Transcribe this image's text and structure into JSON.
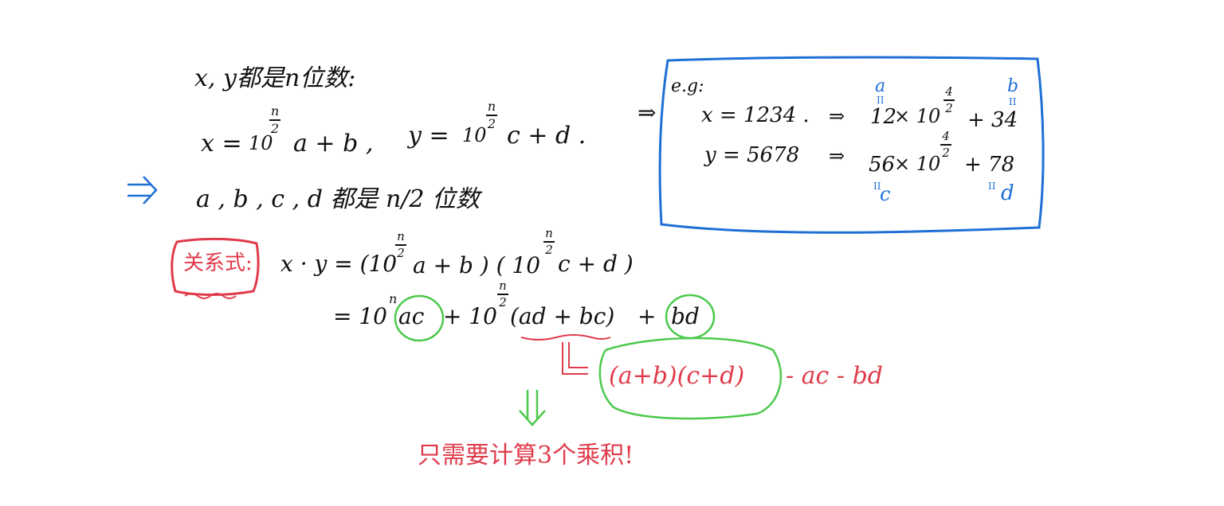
{
  "colors": {
    "ink": "#111111",
    "blue": "#1f6fd6",
    "red": "#e03b4b",
    "green": "#4cc94c"
  },
  "premise": "x, y都是n位数:",
  "split": {
    "x_lhs": "x =",
    "x_base": "10",
    "x_rest": "a + b ,",
    "y_lhs": "y =",
    "y_base": "10",
    "y_rest": "c + d .",
    "exp_num": "n",
    "exp_den": "2"
  },
  "implies": "⇒",
  "abcd_line": "a , b , c , d 都是 n/2 位数",
  "relation_label": "关系式:",
  "product_lhs": "x · y = (10",
  "product_a": "a + b ) ( 10",
  "product_c": "c + d )",
  "expand_eq": "= 10",
  "expand_n": "n",
  "expand_ac": "ac",
  "expand_plus1": "+ 10",
  "expand_mid": "(ad + bc)",
  "expand_plus2": "+",
  "expand_bd": "bd",
  "replace_expr": "(a+b)(c+d)",
  "replace_rest": "- ac - bd",
  "down_arrow": "⇓",
  "conclusion": "只需要计算3个乘积!",
  "example": {
    "title": "e.g:",
    "arrow": "⇒",
    "x_line": "x = 1234 .",
    "y_line": "y = 5678",
    "x_imp": "⇒",
    "y_imp": "⇒",
    "x_hi": "12",
    "x_times": "× 10",
    "x_plus": "+ 34",
    "y_hi": "56",
    "y_times": "× 10",
    "y_plus": "+ 78",
    "exp_num": "4",
    "exp_den": "2",
    "label_a": "a",
    "label_b": "b",
    "label_c": "c",
    "label_d": "d",
    "eq_mark": "II"
  }
}
